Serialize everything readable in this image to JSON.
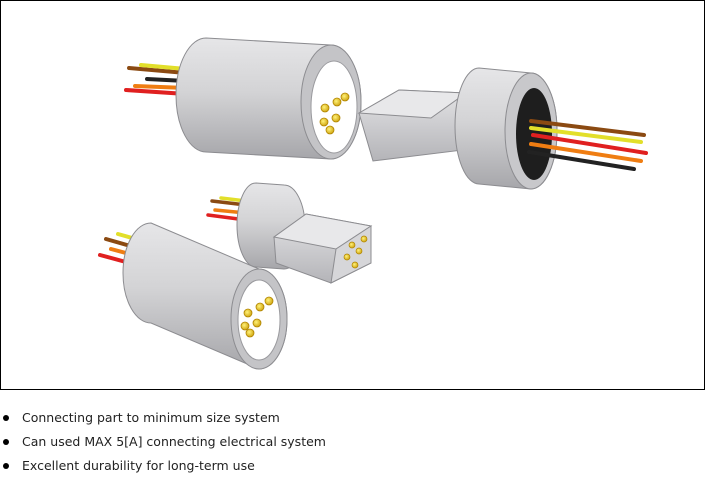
{
  "colors": {
    "housing": "#d4d4d6",
    "housing_shade": "#a9a9ac",
    "housing_dark": "#8c8c90",
    "pin_gold": "#e8c41a",
    "wire_brown": "#8b4a12",
    "wire_yellow": "#e2df2a",
    "wire_red": "#e02020",
    "wire_orange": "#ef7d12",
    "wire_black": "#222222"
  },
  "features": [
    {
      "text": "Connecting part to minimum size system"
    },
    {
      "text": "Can used MAX 5[A] connecting electrical system"
    },
    {
      "text": "Excellent durability for long-term use"
    }
  ]
}
